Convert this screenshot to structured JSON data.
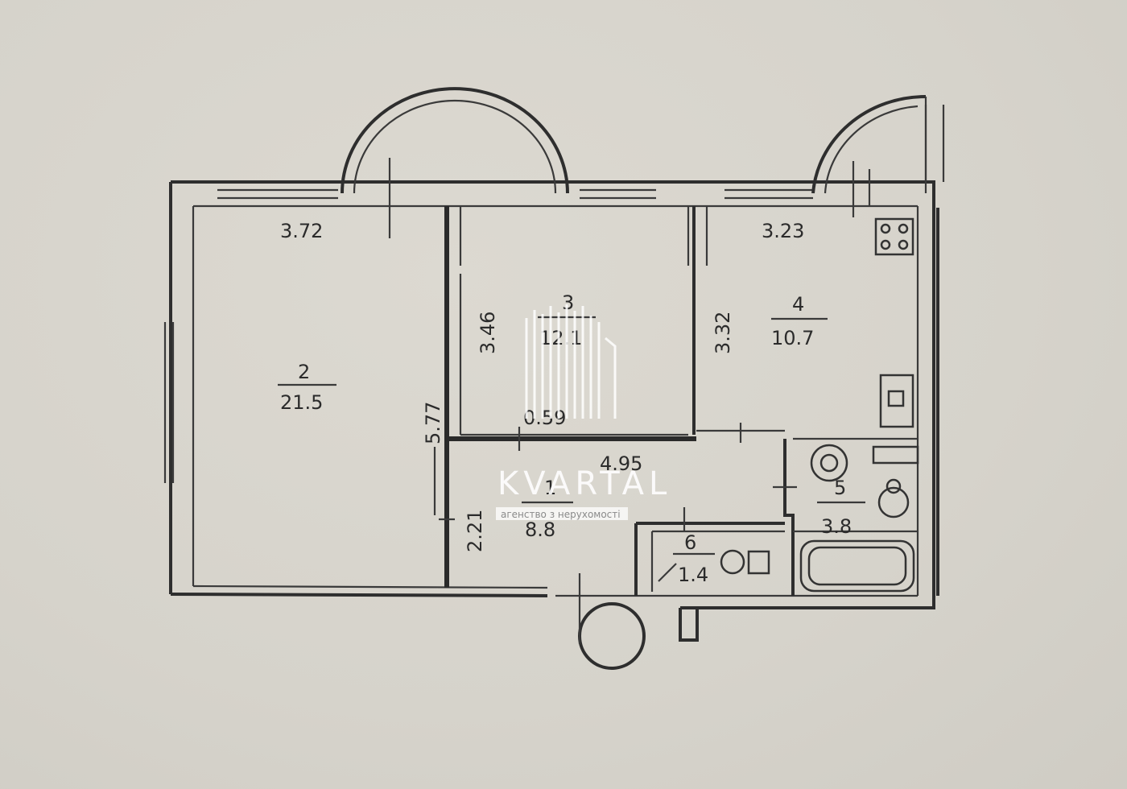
{
  "plan": {
    "dimensions": {
      "room2_top": "3.72",
      "room4_top": "3.23",
      "room3_left": "3.46",
      "room4_left": "3.32",
      "room2_right": "5.77",
      "room3_bottom": "0.59",
      "hall_length": "4.95",
      "hall_left": "2.21"
    },
    "rooms": [
      {
        "number": "2",
        "area": "21.5"
      },
      {
        "number": "3",
        "area": "12.1"
      },
      {
        "number": "4",
        "area": "10.7"
      },
      {
        "number": "1",
        "area": "8.8"
      },
      {
        "number": "5",
        "area": "3.8"
      },
      {
        "number": "6",
        "area": "1.4"
      }
    ]
  },
  "watermark": {
    "brand": "KVARTAL",
    "tagline": "агенство з нерухомості"
  }
}
